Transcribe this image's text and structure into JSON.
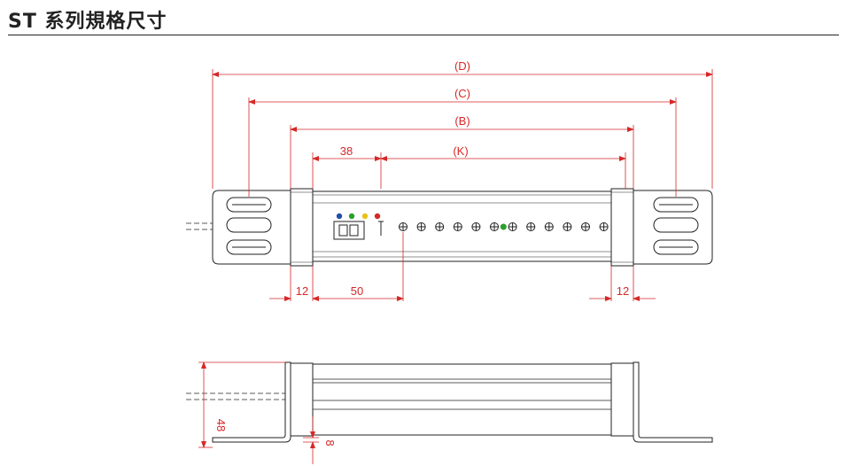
{
  "title": "ST 系列規格尺寸",
  "colors": {
    "dimension": "#d62828",
    "outline": "#222222",
    "fill": "#ffffff"
  },
  "dimensions": {
    "D": "(D)",
    "C": "(C)",
    "B": "(B)",
    "K": "(K)",
    "top_offset": "38",
    "left_margin": "12",
    "first_pitch": "50",
    "right_margin": "12",
    "height": "48",
    "thickness": "8"
  },
  "indicators": {
    "led_colors": [
      "#1f4fa8",
      "#2aa02a",
      "#e6c21a",
      "#d62828"
    ],
    "beam_count": 12,
    "green_beam_index": 5,
    "green_color": "#2aa02a"
  },
  "icons": [
    "mounting-slot-icon",
    "digit-display-icon",
    "beam-lens-icon",
    "cable-icon"
  ]
}
